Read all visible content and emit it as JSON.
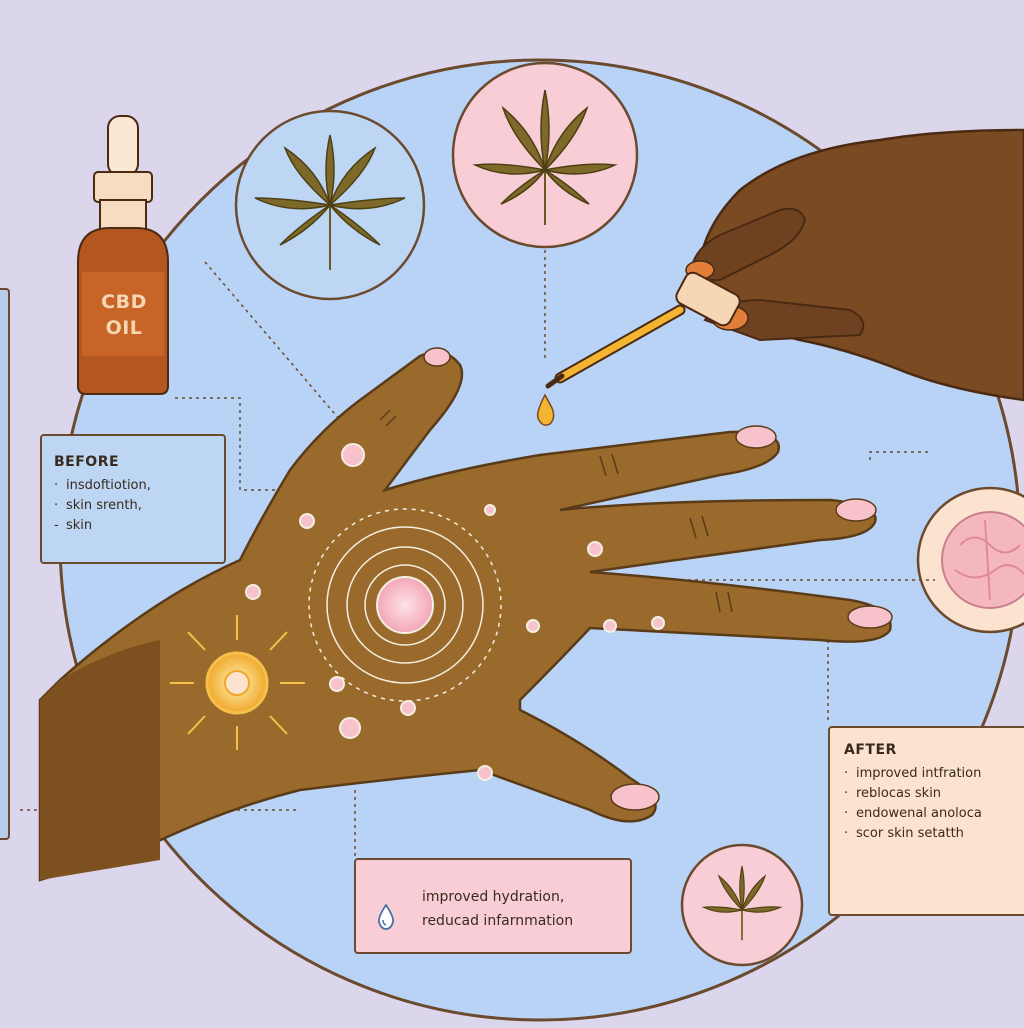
{
  "bottle": {
    "line1": "CBD",
    "line2": "OIL"
  },
  "before": {
    "title": "BEFORE",
    "items": [
      "insdoftiotion,",
      "skin srenth,",
      "skin"
    ]
  },
  "after": {
    "title": "AFTER",
    "items": [
      "improved intfration",
      "reblocas skin",
      "endowenal anoloca",
      "scor skin setatth"
    ]
  },
  "benefits": {
    "items": [
      "improved hydration,",
      "reducad infarnmation"
    ]
  },
  "icons": {
    "bottle": "dropper-bottle-icon",
    "leaf": "cannabis-leaf-icon",
    "drop": "oil-drop-icon",
    "skin_cells": "skin-cells-icon"
  },
  "colors": {
    "background": "#dcd6ec",
    "circle": "#b9d3f6",
    "skin": "#9a6a2c",
    "hand_dark": "#6e4220",
    "bottle": "#b4561f",
    "oil": "#f3b531",
    "pink": "#f8c2cc",
    "outline": "#6b4a2e"
  }
}
